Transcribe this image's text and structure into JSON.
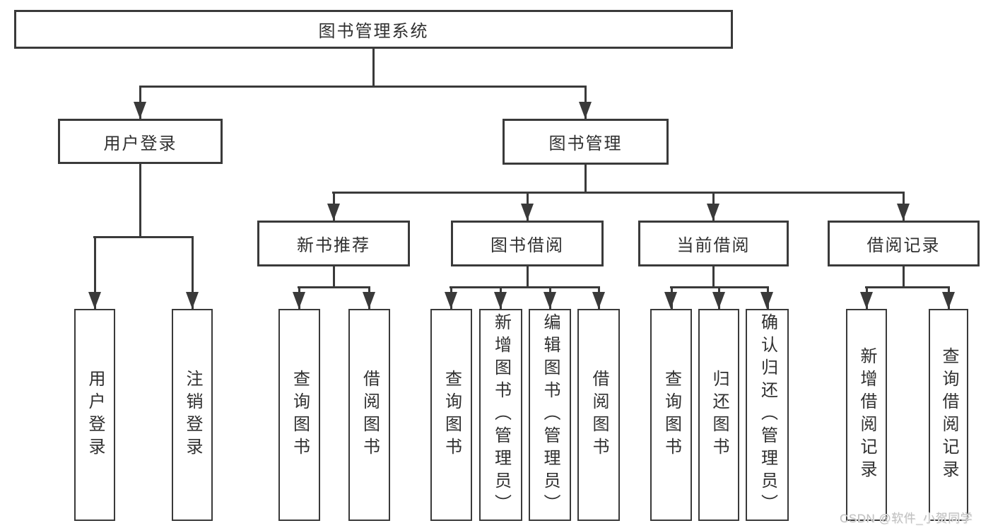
{
  "nodes": {
    "root": {
      "label": "图书管理系统"
    },
    "user_login": {
      "label": "用户登录"
    },
    "book_management": {
      "label": "图书管理"
    },
    "new_book_recommend": {
      "label": "新书推荐"
    },
    "book_borrow": {
      "label": "图书借阅"
    },
    "current_borrow": {
      "label": "当前借阅"
    },
    "borrow_records": {
      "label": "借阅记录"
    },
    "leaf_user_login": {
      "label": "用户登录"
    },
    "leaf_logout": {
      "label": "注销登录"
    },
    "leaf_newbook_query": {
      "label": "查询图书"
    },
    "leaf_newbook_borrow": {
      "label": "借阅图书"
    },
    "leaf_borrow_query": {
      "label": "查询图书"
    },
    "leaf_borrow_add": {
      "label": "新增图书（管理员）"
    },
    "leaf_borrow_edit": {
      "label": "编辑图书（管理员）"
    },
    "leaf_borrow_borrow": {
      "label": "借阅图书"
    },
    "leaf_current_query": {
      "label": "查询图书"
    },
    "leaf_current_return": {
      "label": "归还图书"
    },
    "leaf_current_confirm": {
      "label": "确认归还（管理员）"
    },
    "leaf_records_add": {
      "label": "新增借阅记录"
    },
    "leaf_records_query": {
      "label": "查询借阅记录"
    }
  },
  "watermark": {
    "text": "CSDN @软件_小贺同学"
  },
  "colors": {
    "line": "#3a3a3a",
    "text": "#303030",
    "watermark": "#c0c0c0",
    "background": "#ffffff"
  }
}
